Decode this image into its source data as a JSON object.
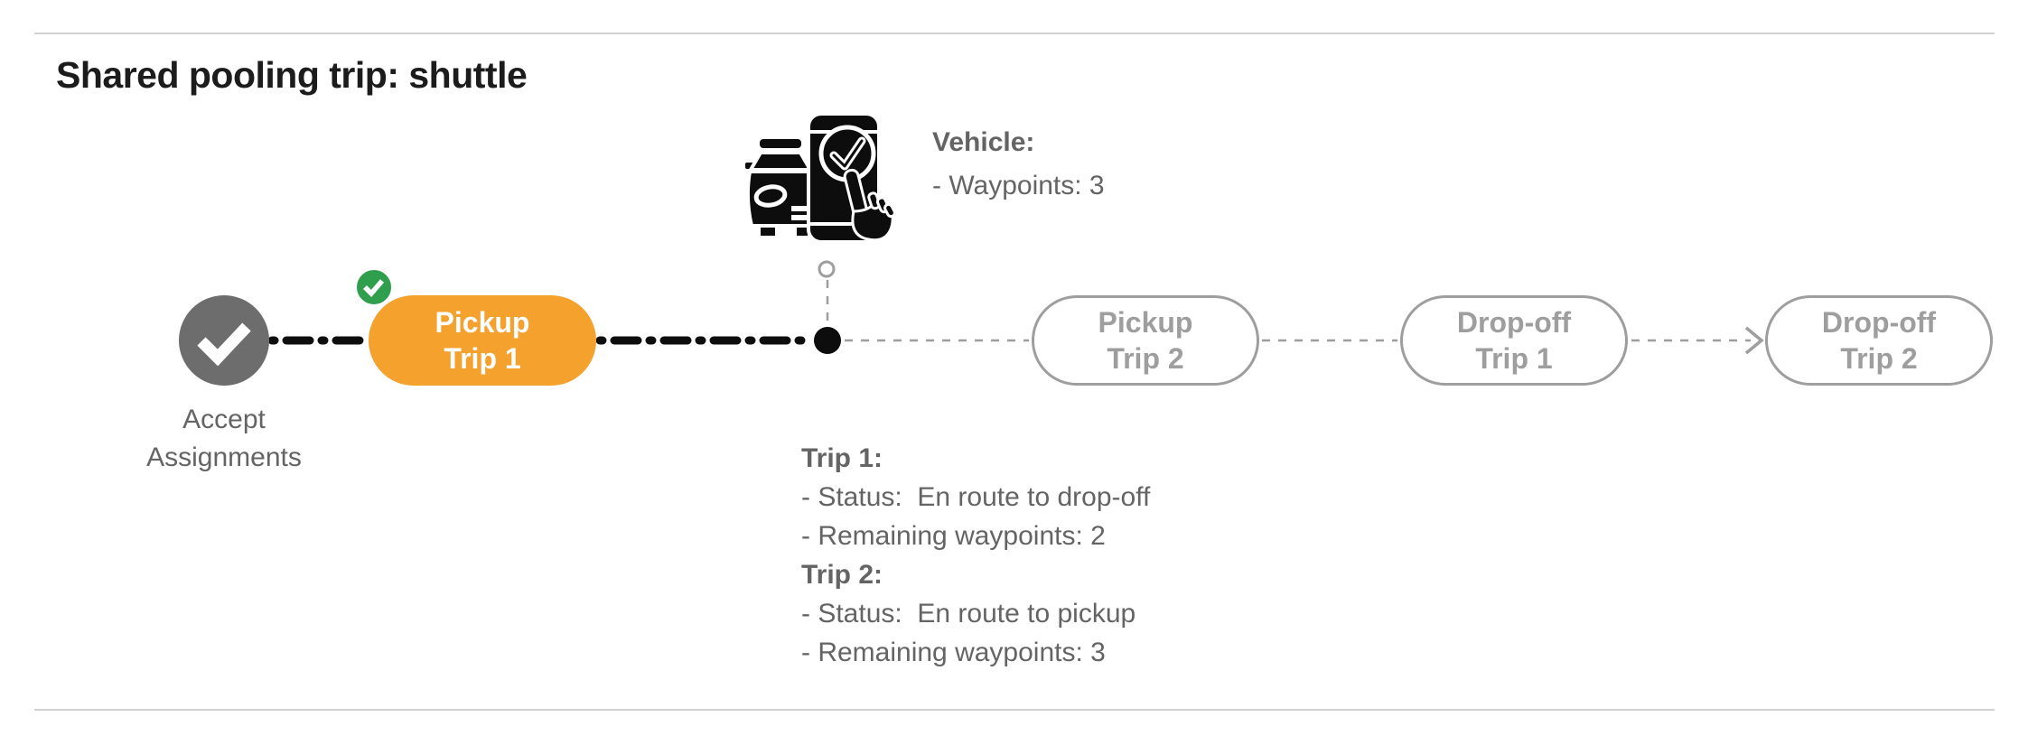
{
  "page": {
    "title": "Shared pooling trip: shuttle"
  },
  "vehicle_info": {
    "heading": "Vehicle:",
    "waypoints_line": "- Waypoints: 3"
  },
  "timeline": {
    "accept": {
      "icon": "check-icon",
      "state": "completed",
      "label_lines": [
        "Accept",
        "Assignments"
      ]
    },
    "vehicle_marker": {
      "icon": "vehicle-phone-check-icon"
    },
    "nodes": [
      {
        "id": "pickup-trip-1",
        "line1": "Pickup",
        "line2": "Trip 1",
        "state": "current",
        "badge_icon": "check-icon"
      },
      {
        "id": "pickup-trip-2",
        "line1": "Pickup",
        "line2": "Trip 2",
        "state": "upcoming"
      },
      {
        "id": "dropoff-trip-1",
        "line1": "Drop-off",
        "line2": "Trip 1",
        "state": "upcoming"
      },
      {
        "id": "dropoff-trip-2",
        "line1": "Drop-off",
        "line2": "Trip 2",
        "state": "upcoming"
      }
    ]
  },
  "trip_status": {
    "trip1": {
      "heading": "Trip 1:",
      "status_line": "- Status:  En route to drop-off",
      "waypoints_line": "- Remaining waypoints: 2"
    },
    "trip2": {
      "heading": "Trip 2:",
      "status_line": "- Status:  En route to pickup",
      "waypoints_line": "- Remaining waypoints: 3"
    }
  },
  "colors": {
    "accent_orange": "#F4A12E",
    "badge_green": "#2F9E4D",
    "completed_gray": "#6D6D6D",
    "pending_gray": "#9E9E9E",
    "text_gray": "#646464",
    "connector_black": "#0D0D0D",
    "rule_gray": "#D2D2D2"
  }
}
